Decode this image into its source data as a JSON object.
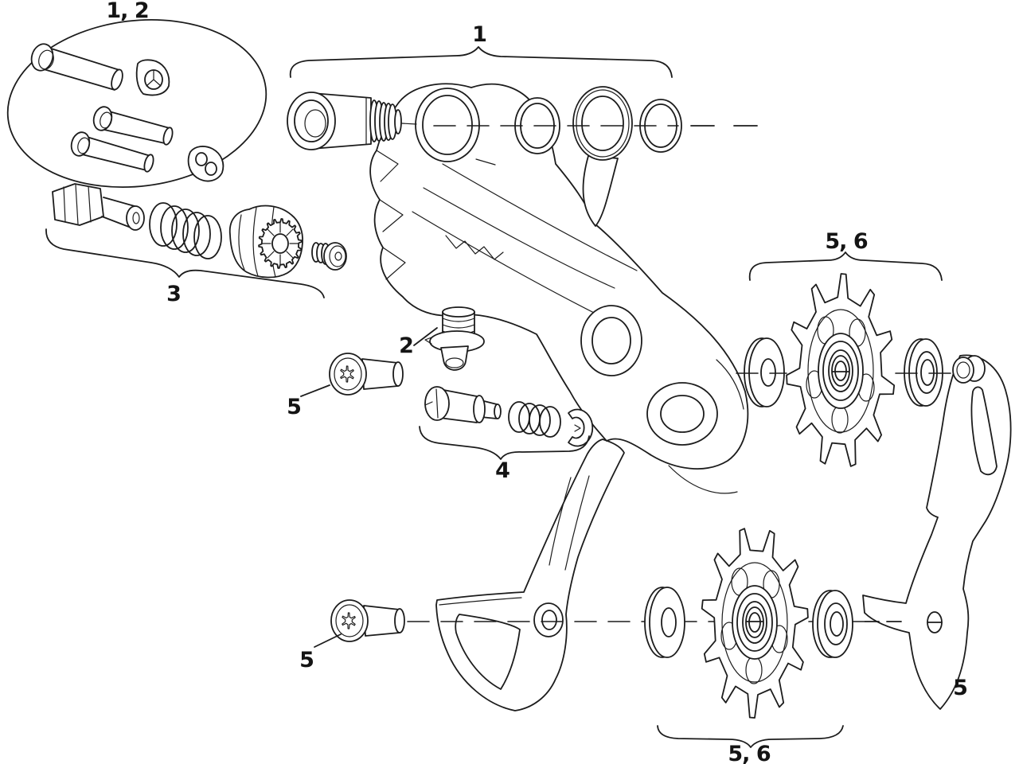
{
  "diagram": {
    "type": "exploded-parts-diagram",
    "subject": "bicycle rear derailleur service parts",
    "background": "#ffffff",
    "line_color": "#1c1c1c",
    "callouts": {
      "group_1_2": "1, 2",
      "group_1": "1",
      "part_2": "2",
      "group_3": "3",
      "group_4": "4",
      "screw_upper": "5",
      "screw_lower": "5",
      "outer_plate": "5",
      "pulley_upper": "5, 6",
      "pulley_lower": "5, 6"
    }
  }
}
